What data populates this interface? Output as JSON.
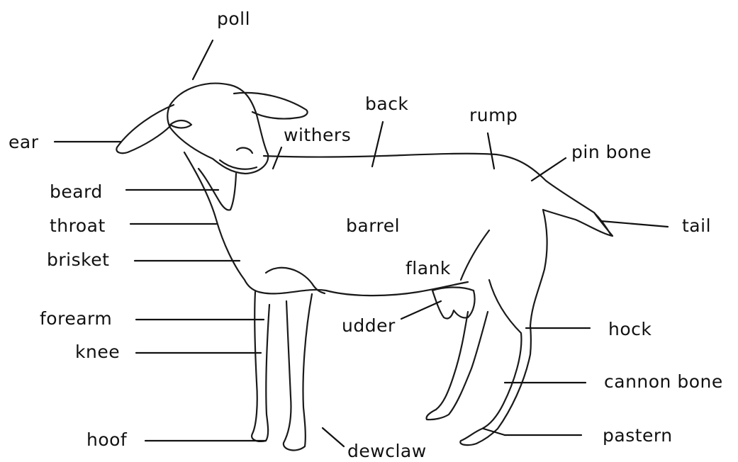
{
  "labels": {
    "poll": "poll",
    "ear": "ear",
    "back": "back",
    "withers": "withers",
    "rump": "rump",
    "pin_bone": "pin bone",
    "beard": "beard",
    "throat": "throat",
    "barrel": "barrel",
    "tail": "tail",
    "brisket": "brisket",
    "flank": "flank",
    "forearm": "forearm",
    "udder": "udder",
    "hock": "hock",
    "knee": "knee",
    "cannon_bone": "cannon bone",
    "hoof": "hoof",
    "dewclaw": "dewclaw",
    "pastern": "pastern"
  }
}
